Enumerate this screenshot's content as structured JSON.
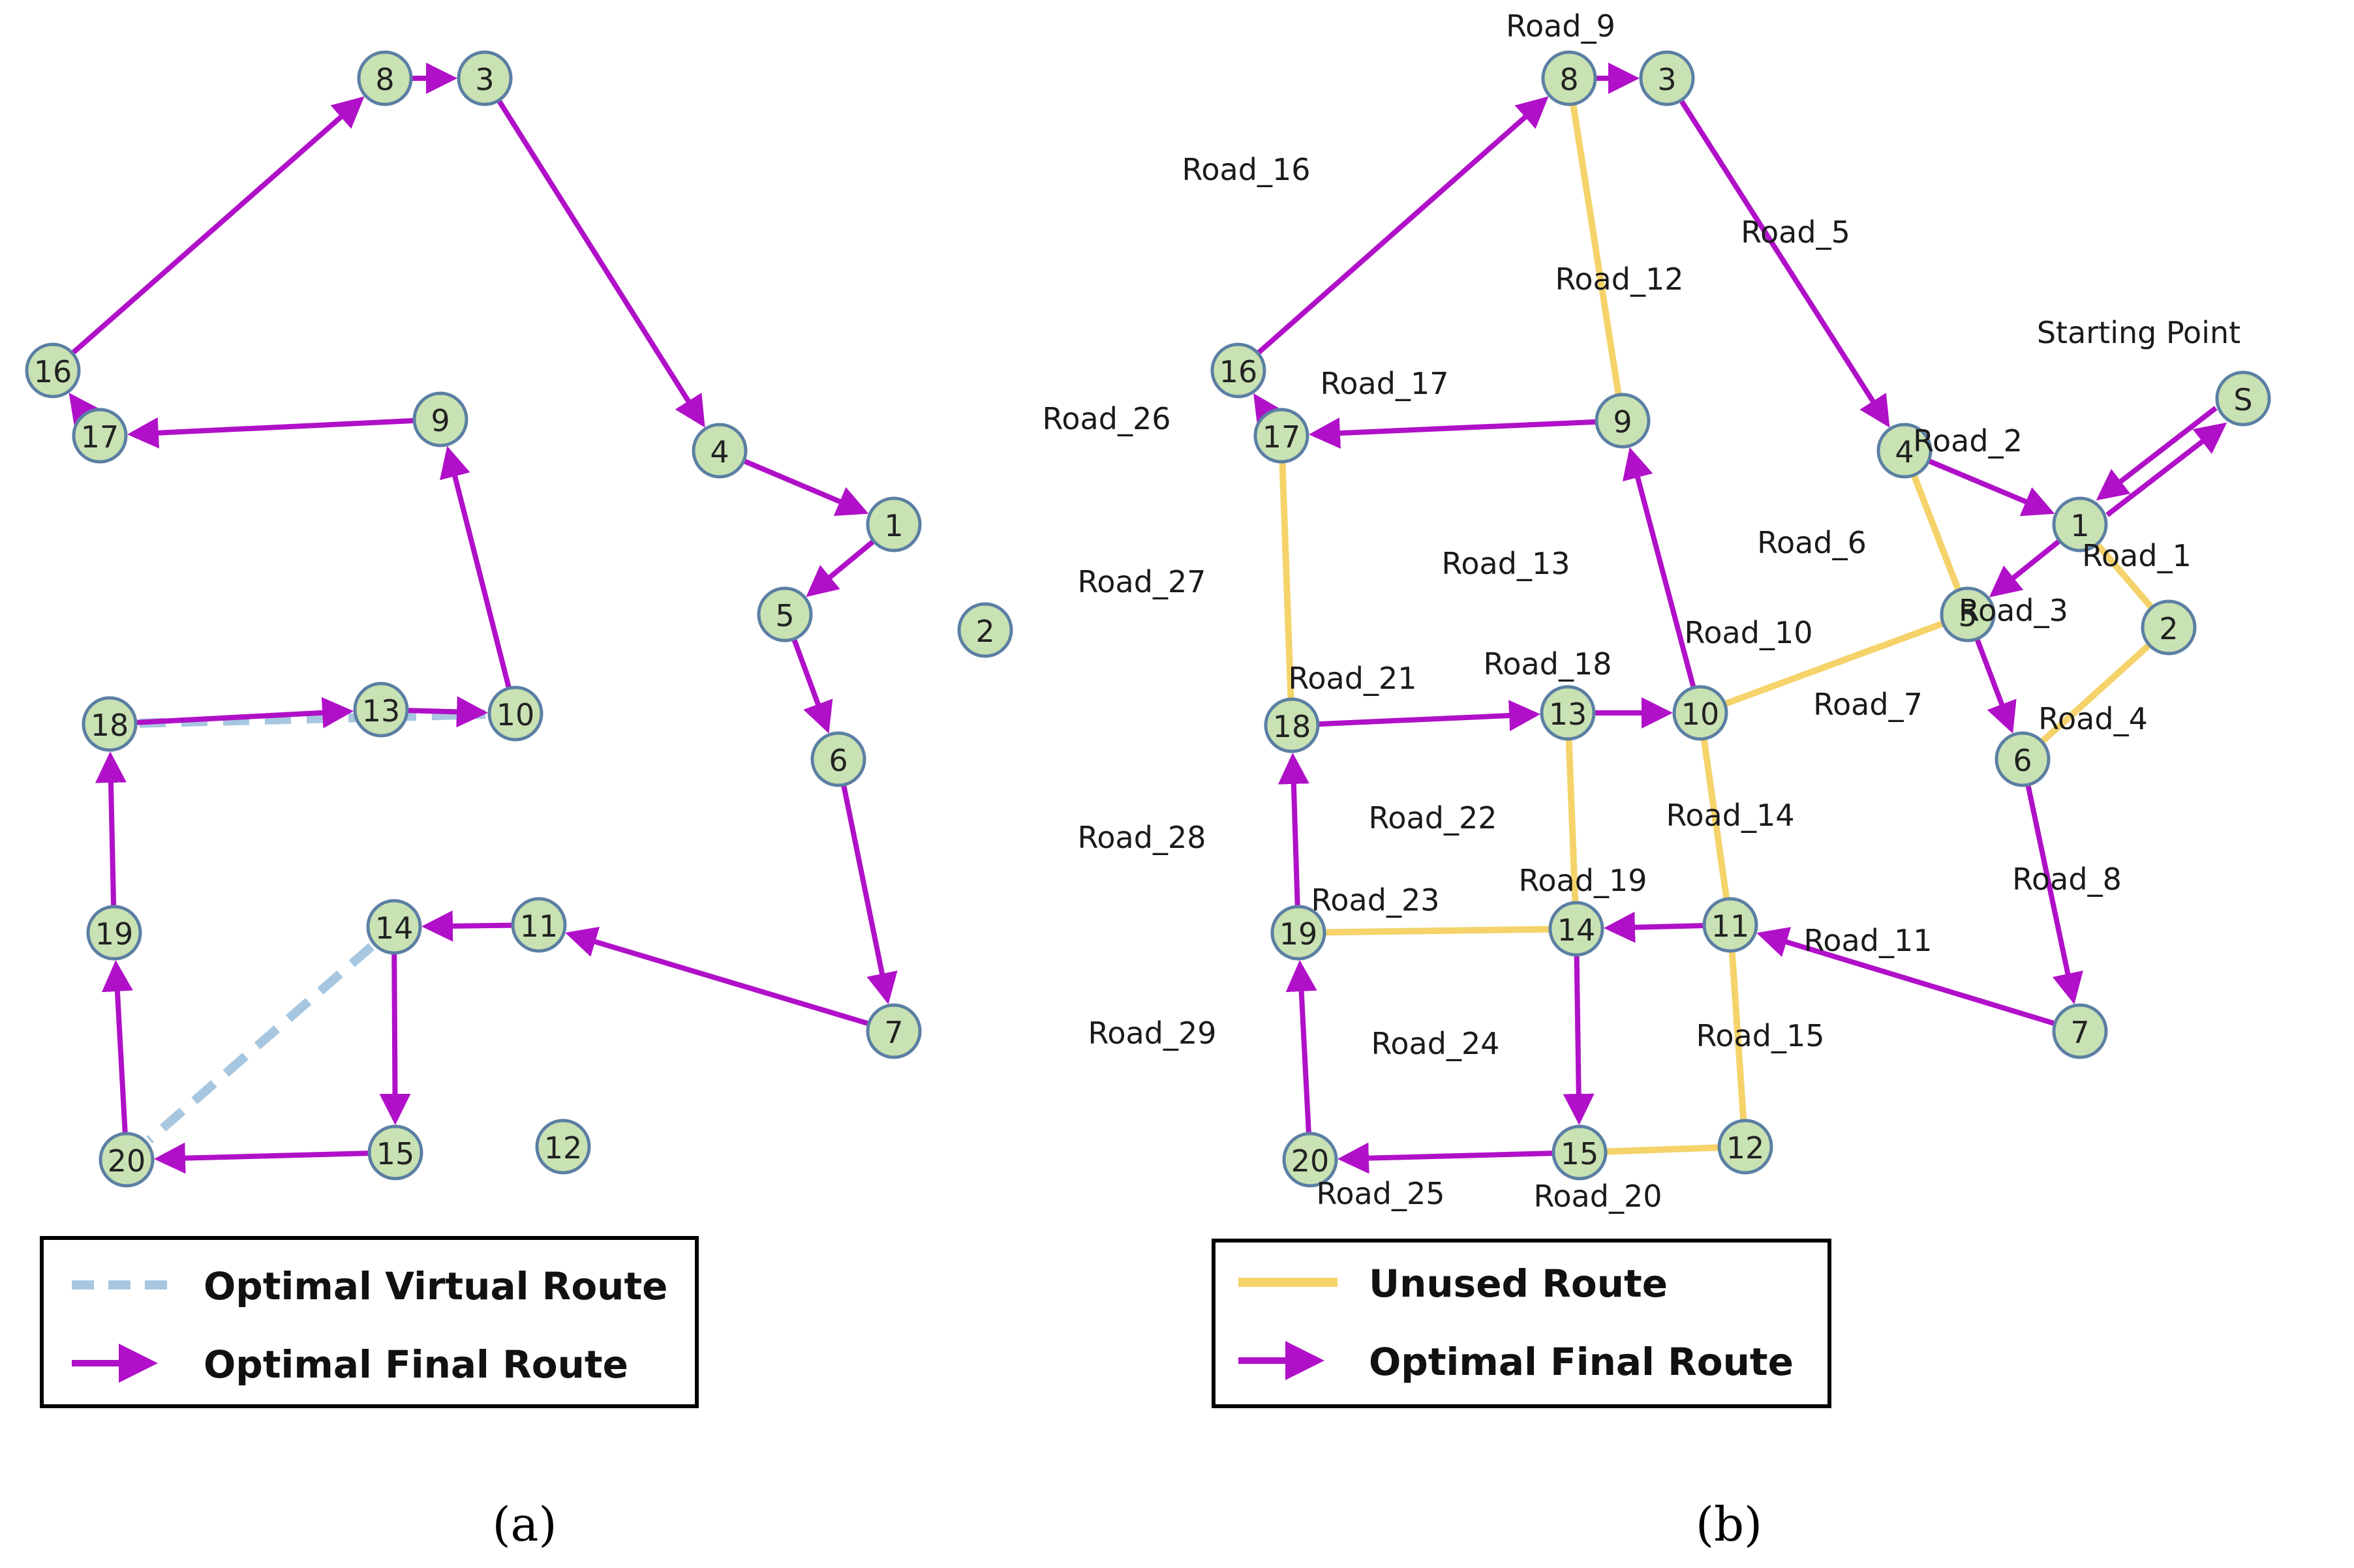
{
  "colors": {
    "final_route": "#b010c8",
    "virtual_route": "#a7c7e0",
    "unused_route": "#f5d36a",
    "node_fill": "#c9e2b3",
    "node_stroke": "#5b7fa3"
  },
  "panel_a": {
    "caption": "(a)",
    "nodes": [
      "8",
      "3",
      "16",
      "17",
      "9",
      "4",
      "1",
      "5",
      "2",
      "18",
      "13",
      "10",
      "6",
      "19",
      "14",
      "11",
      "7",
      "20",
      "15",
      "12"
    ],
    "final_route": [
      [
        "8",
        "3"
      ],
      [
        "3",
        "4"
      ],
      [
        "4",
        "1"
      ],
      [
        "1",
        "5"
      ],
      [
        "5",
        "6"
      ],
      [
        "6",
        "7"
      ],
      [
        "7",
        "11"
      ],
      [
        "11",
        "14"
      ],
      [
        "14",
        "15"
      ],
      [
        "15",
        "20"
      ],
      [
        "20",
        "19"
      ],
      [
        "19",
        "18"
      ],
      [
        "18",
        "13"
      ],
      [
        "13",
        "10"
      ],
      [
        "10",
        "9"
      ],
      [
        "9",
        "17"
      ],
      [
        "17",
        "16"
      ],
      [
        "16",
        "8"
      ]
    ],
    "virtual_route": [
      [
        "18",
        "10"
      ],
      [
        "14",
        "20"
      ]
    ],
    "legend": {
      "virtual": "Optimal Virtual Route",
      "final": "Optimal Final Route"
    }
  },
  "panel_b": {
    "caption": "(b)",
    "start_label": "Starting Point",
    "nodes": [
      "8",
      "3",
      "16",
      "17",
      "9",
      "4",
      "S",
      "1",
      "5",
      "2",
      "18",
      "13",
      "10",
      "6",
      "19",
      "14",
      "11",
      "7",
      "20",
      "15",
      "12"
    ],
    "final_route": [
      [
        "S",
        "1"
      ],
      [
        "1",
        "S"
      ],
      [
        "8",
        "3"
      ],
      [
        "3",
        "4"
      ],
      [
        "4",
        "1"
      ],
      [
        "1",
        "5"
      ],
      [
        "5",
        "6"
      ],
      [
        "6",
        "7"
      ],
      [
        "7",
        "11"
      ],
      [
        "11",
        "14"
      ],
      [
        "14",
        "15"
      ],
      [
        "15",
        "20"
      ],
      [
        "20",
        "19"
      ],
      [
        "19",
        "18"
      ],
      [
        "18",
        "13"
      ],
      [
        "13",
        "10"
      ],
      [
        "10",
        "9"
      ],
      [
        "9",
        "17"
      ],
      [
        "17",
        "16"
      ],
      [
        "16",
        "8"
      ]
    ],
    "unused_route": [
      [
        "8",
        "9"
      ],
      [
        "4",
        "5"
      ],
      [
        "1",
        "2"
      ],
      [
        "2",
        "6"
      ],
      [
        "5",
        "10"
      ],
      [
        "17",
        "18"
      ],
      [
        "13",
        "14"
      ],
      [
        "10",
        "11"
      ],
      [
        "11",
        "12"
      ],
      [
        "19",
        "14"
      ],
      [
        "15",
        "12"
      ]
    ],
    "road_labels": [
      "Road_9",
      "Road_16",
      "Road_5",
      "Road_12",
      "Starting Point",
      "Road_17",
      "Road_2",
      "Road_26",
      "Road_6",
      "Road_1",
      "Road_13",
      "Road_27",
      "Road_3",
      "Road_10",
      "Road_18",
      "Road_21",
      "Road_7",
      "Road_4",
      "Road_22",
      "Road_14",
      "Road_28",
      "Road_19",
      "Road_8",
      "Road_23",
      "Road_11",
      "Road_24",
      "Road_29",
      "Road_15",
      "Road_25",
      "Road_20"
    ],
    "legend": {
      "unused": "Unused Route",
      "final": "Optimal Final Route"
    }
  }
}
